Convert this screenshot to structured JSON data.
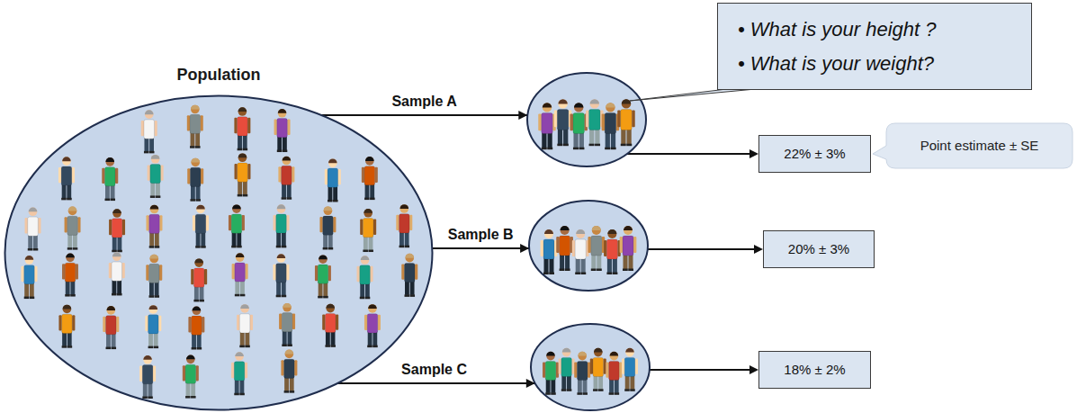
{
  "diagram": {
    "nodes": [
      {
        "text": [
          "Population"
        ]
      },
      {
        "text": [
          "• What is your height ?",
          "• What is your weight?"
        ]
      },
      {
        "text": [
          "22% ± 3%"
        ]
      },
      {
        "text": [
          "Point estimate ± SE"
        ]
      },
      {
        "text": [
          "20% ± 3%"
        ]
      },
      {
        "text": [
          "18% ± 2%"
        ]
      }
    ],
    "edges": [
      {
        "from": 0,
        "to": 2,
        "label": "Sample A",
        "arrow": "to"
      },
      {
        "from": 0,
        "to": 4,
        "label": "Sample B",
        "arrow": "to"
      },
      {
        "from": 0,
        "to": 5,
        "label": "Sample C",
        "arrow": "to"
      }
    ]
  }
}
